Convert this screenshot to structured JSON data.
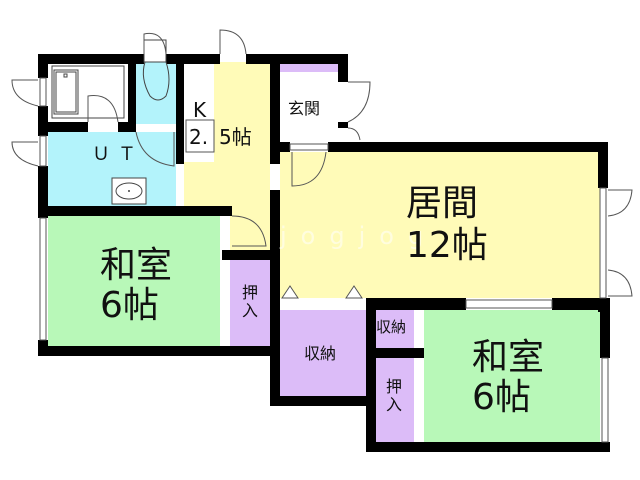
{
  "floorplan": {
    "colors": {
      "wall": "#000000",
      "ut": "#b3f3fb",
      "kitchen": "#fffbb8",
      "living": "#fffbb8",
      "washitsu": "#b8f8b8",
      "storage": "#dcbcf8",
      "entrance": "#ffffff",
      "bath": "#ffffff"
    },
    "rooms": {
      "ut": {
        "label": "ＵＴ"
      },
      "kitchen": {
        "letter": "K",
        "size_a": "2.",
        "size_b": "5帖"
      },
      "entrance": {
        "label": "玄関"
      },
      "living": {
        "name": "居間",
        "size": "12帖"
      },
      "washitsu_left": {
        "name": "和室",
        "size": "6帖"
      },
      "washitsu_right": {
        "name": "和室",
        "size": "6帖"
      },
      "oshiire_left": {
        "label": "押入"
      },
      "oshiire_right": {
        "label": "押入"
      },
      "shuno_center": {
        "label": "収納"
      },
      "shuno_small": {
        "label": "収納"
      }
    },
    "watermark": "jogjog"
  }
}
